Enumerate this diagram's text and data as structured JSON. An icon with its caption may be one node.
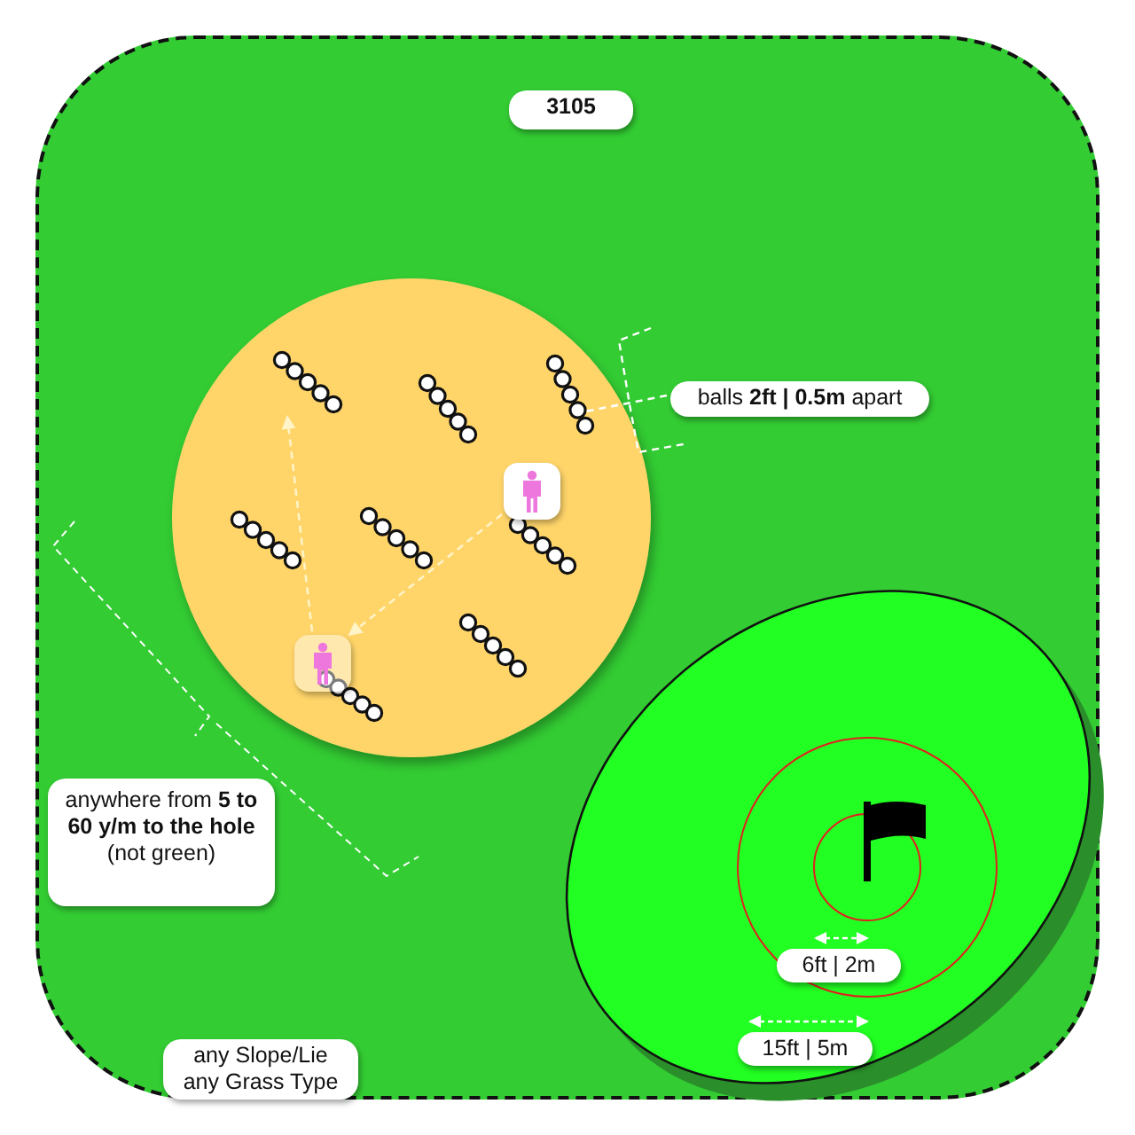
{
  "diagram": {
    "nodes": [
      {
        "text": [],
        "shape": "box"
      },
      {
        "text": [
          "3105"
        ],
        "in": 0
      },
      {
        "text": [],
        "shape": "circle",
        "in": 0
      },
      {
        "text": [],
        "shape": "circle",
        "in": 2
      },
      {
        "text": [],
        "shape": "circle",
        "in": 2
      },
      {
        "text": [],
        "shape": "circle",
        "in": 2
      },
      {
        "text": [
          "balls **2ft | 0.5m** apart"
        ],
        "in": 0
      },
      {
        "text": [],
        "shape": "person",
        "in": 2
      },
      {
        "text": [],
        "shape": "circle",
        "in": 2
      },
      {
        "text": [],
        "shape": "circle",
        "in": 2
      },
      {
        "text": [],
        "shape": "circle",
        "in": 2
      },
      {
        "text": [],
        "shape": "circle",
        "in": 2
      },
      {
        "text": [],
        "shape": "person",
        "in": 2
      },
      {
        "text": [],
        "shape": "circle",
        "in": 2
      },
      {
        "text": [
          "anywhere from **5 to 60 y/m to the hole** (not green)"
        ],
        "in": 0
      },
      {
        "text": [],
        "shape": "ellipse",
        "in": 0
      },
      {
        "text": [
          "6ft | 2m"
        ],
        "in": 15
      },
      {
        "text": [
          "any Slope/Lie any Grass Type"
        ],
        "in": 0
      },
      {
        "text": [
          "15ft | 5m"
        ],
        "in": 15
      }
    ],
    "edges": [
      {
        "from": 6,
        "to": 5,
        "arrow": "none",
        "style": "dashed"
      },
      {
        "from": 7,
        "to": 12,
        "arrow": "to",
        "style": "dashed"
      },
      {
        "from": 12,
        "to": 3,
        "arrow": "to",
        "style": "dashed"
      }
    ]
  }
}
